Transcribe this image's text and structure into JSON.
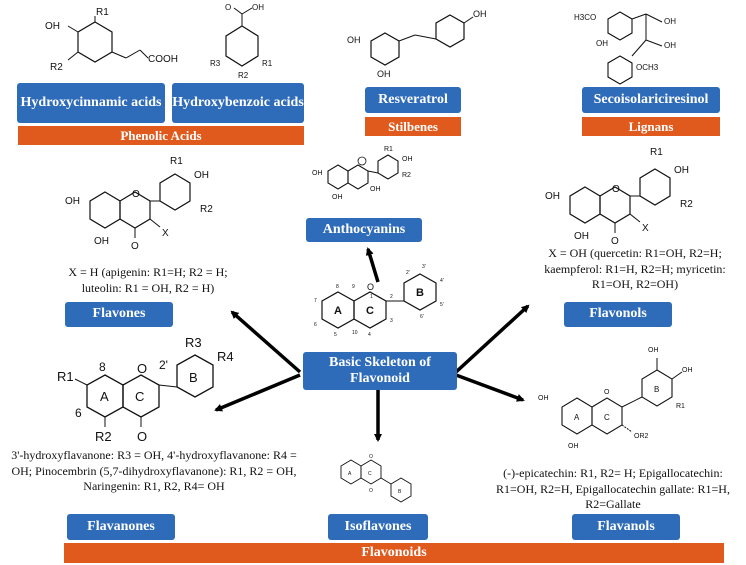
{
  "labels": {
    "hydroxycinnamic": "Hydroxycinnamic acids",
    "hydroxybenzoic": "Hydroxybenzoic acids",
    "resveratrol": "Resveratrol",
    "secoisolariciresinol": "Secoisolariciresinol",
    "anthocyanins": "Anthocyanins",
    "flavones": "Flavones",
    "flavonols": "Flavonols",
    "basic_skeleton": "Basic Skeleton of Flavonoid",
    "flavanones": "Flavanones",
    "isoflavones": "Isoflavones",
    "flavanols": "Flavanols"
  },
  "groups": {
    "phenolic_acids": "Phenolic Acids",
    "stilbenes": "Stilbenes",
    "lignans": "Lignans",
    "flavonoids": "Flavonoids"
  },
  "descriptions": {
    "flavones": "X = H (apigenin: R1=H; R2 = H; luteolin: R1 = OH, R2 = H)",
    "flavonols": "X = OH (quercetin: R1=OH, R2=H; kaempferol: R1=H, R2=H; myricetin: R1=OH, R2=OH)",
    "flavanones": "3'-hydroxyflavanone: R3 = OH, 4'-hydroxyflavanone: R4 = OH; Pinocembrin (5,7-dihydroxyflavanone): R1, R2 = OH, Naringenin: R1, R2, R4= OH",
    "flavanols": "(-)-epicatechin: R1, R2= H; Epigallocatechin: R1=OH, R2=H, Epigallocatechin gallate: R1=H, R2=Gallate"
  },
  "atoms": {
    "oh": "OH",
    "cooh": "COOH",
    "r1": "R1",
    "r2": "R2",
    "r3": "R3",
    "r4": "R4",
    "x": "X",
    "o": "O",
    "h3co": "H3CO",
    "och3": "OCH3",
    "or2": "OR2",
    "ring_a": "A",
    "ring_b": "B",
    "ring_c": "C",
    "two_prime": "2'",
    "n8": "8",
    "n6": "6",
    "n1": "1",
    "n2": "2",
    "n3": "3",
    "n4": "4",
    "n5": "5",
    "n7": "7",
    "n9": "9",
    "n10": "10",
    "p2": "2'",
    "p3": "3'",
    "p4": "4'",
    "p5": "5'",
    "p6": "6'"
  },
  "colors": {
    "blue_box": "#2e6bb8",
    "orange_bar": "#e05a1e",
    "arrow": "#000000"
  }
}
